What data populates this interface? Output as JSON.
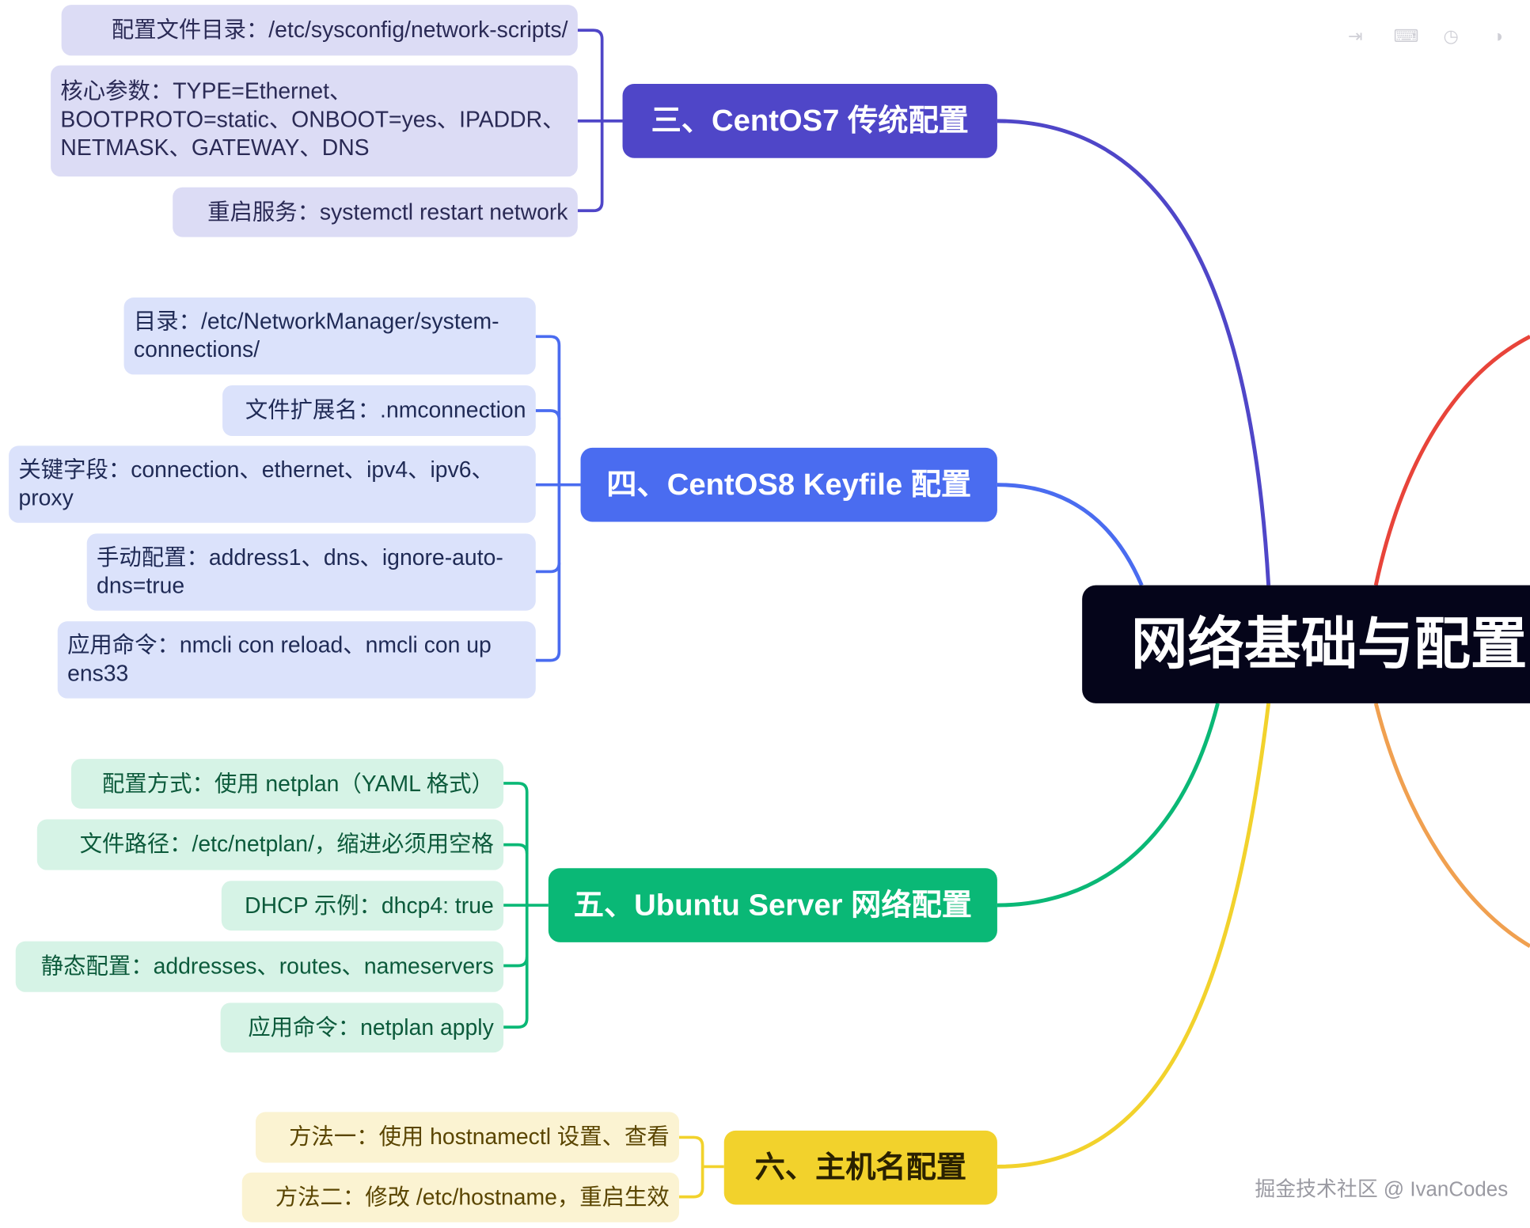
{
  "root": {
    "label": "网络基础与配置"
  },
  "branches": [
    {
      "label": "三、CentOS7 传统配置",
      "color": "#4f46c8",
      "items": [
        "配置文件目录：/etc/sysconfig/network-scripts/",
        "核心参数：TYPE=Ethernet、BOOTPROTO=static、ONBOOT=yes、IPADDR、NETMASK、GATEWAY、DNS",
        "重启服务：systemctl restart network"
      ]
    },
    {
      "label": "四、CentOS8 Keyfile 配置",
      "color": "#4a6cf0",
      "items": [
        "目录：/etc/NetworkManager/system-connections/",
        "文件扩展名：.nmconnection",
        "关键字段：connection、ethernet、ipv4、ipv6、proxy",
        "手动配置：address1、dns、ignore-auto-dns=true",
        "应用命令：nmcli con reload、nmcli con up ens33"
      ]
    },
    {
      "label": "五、Ubuntu Server 网络配置",
      "color": "#0ab876",
      "items": [
        "配置方式：使用 netplan（YAML 格式）",
        "文件路径：/etc/netplan/，缩进必须用空格",
        "DHCP 示例：dhcp4: true",
        "静态配置：addresses、routes、nameservers",
        "应用命令：netplan apply"
      ]
    },
    {
      "label": "六、主机名配置",
      "color": "#f2d22c",
      "items": [
        "方法一：使用 hostnamectl 设置、查看",
        "方法二：修改 /etc/hostname，重启生效"
      ]
    }
  ],
  "watermark": "掘金技术社区 @ IvanCodes",
  "colors": {
    "root_bg": "#05051a",
    "link_red": "#e8443a",
    "link_orange": "#f0a050"
  },
  "toolbar_icons": [
    "export-icon",
    "keyboard-icon",
    "history-icon",
    "theme-toggle-icon"
  ]
}
